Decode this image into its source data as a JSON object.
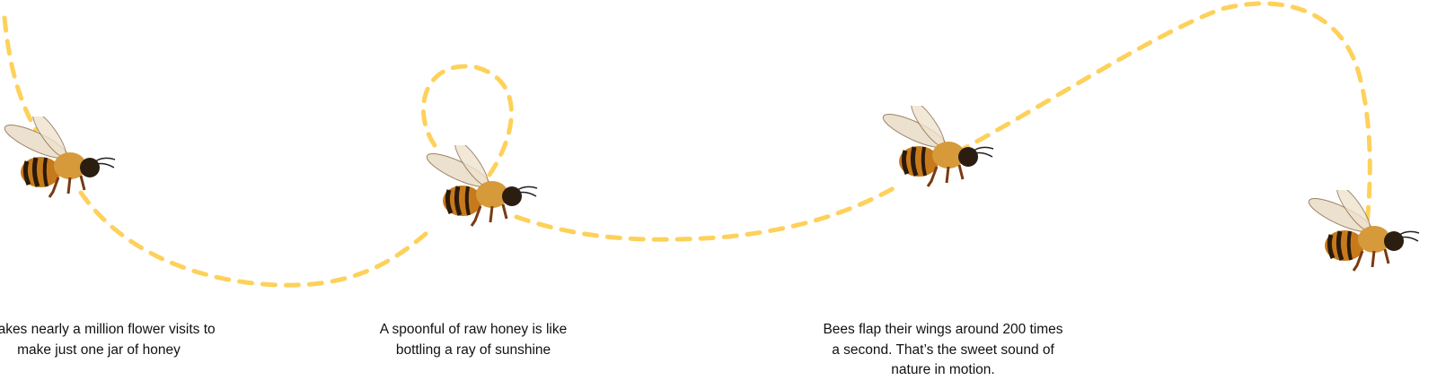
{
  "colors": {
    "path": "#fdd15a",
    "text": "#111111"
  },
  "facts": [
    {
      "text": "It takes nearly a million flower visits to make just one jar of honey"
    },
    {
      "text": "A spoonful of raw honey is like bottling a ray of sunshine"
    },
    {
      "text": "Bees flap their wings around 200 times a second. That’s the sweet sound of nature in motion."
    }
  ],
  "icons": [
    "bee-icon",
    "bee-icon",
    "bee-icon",
    "bee-icon"
  ]
}
